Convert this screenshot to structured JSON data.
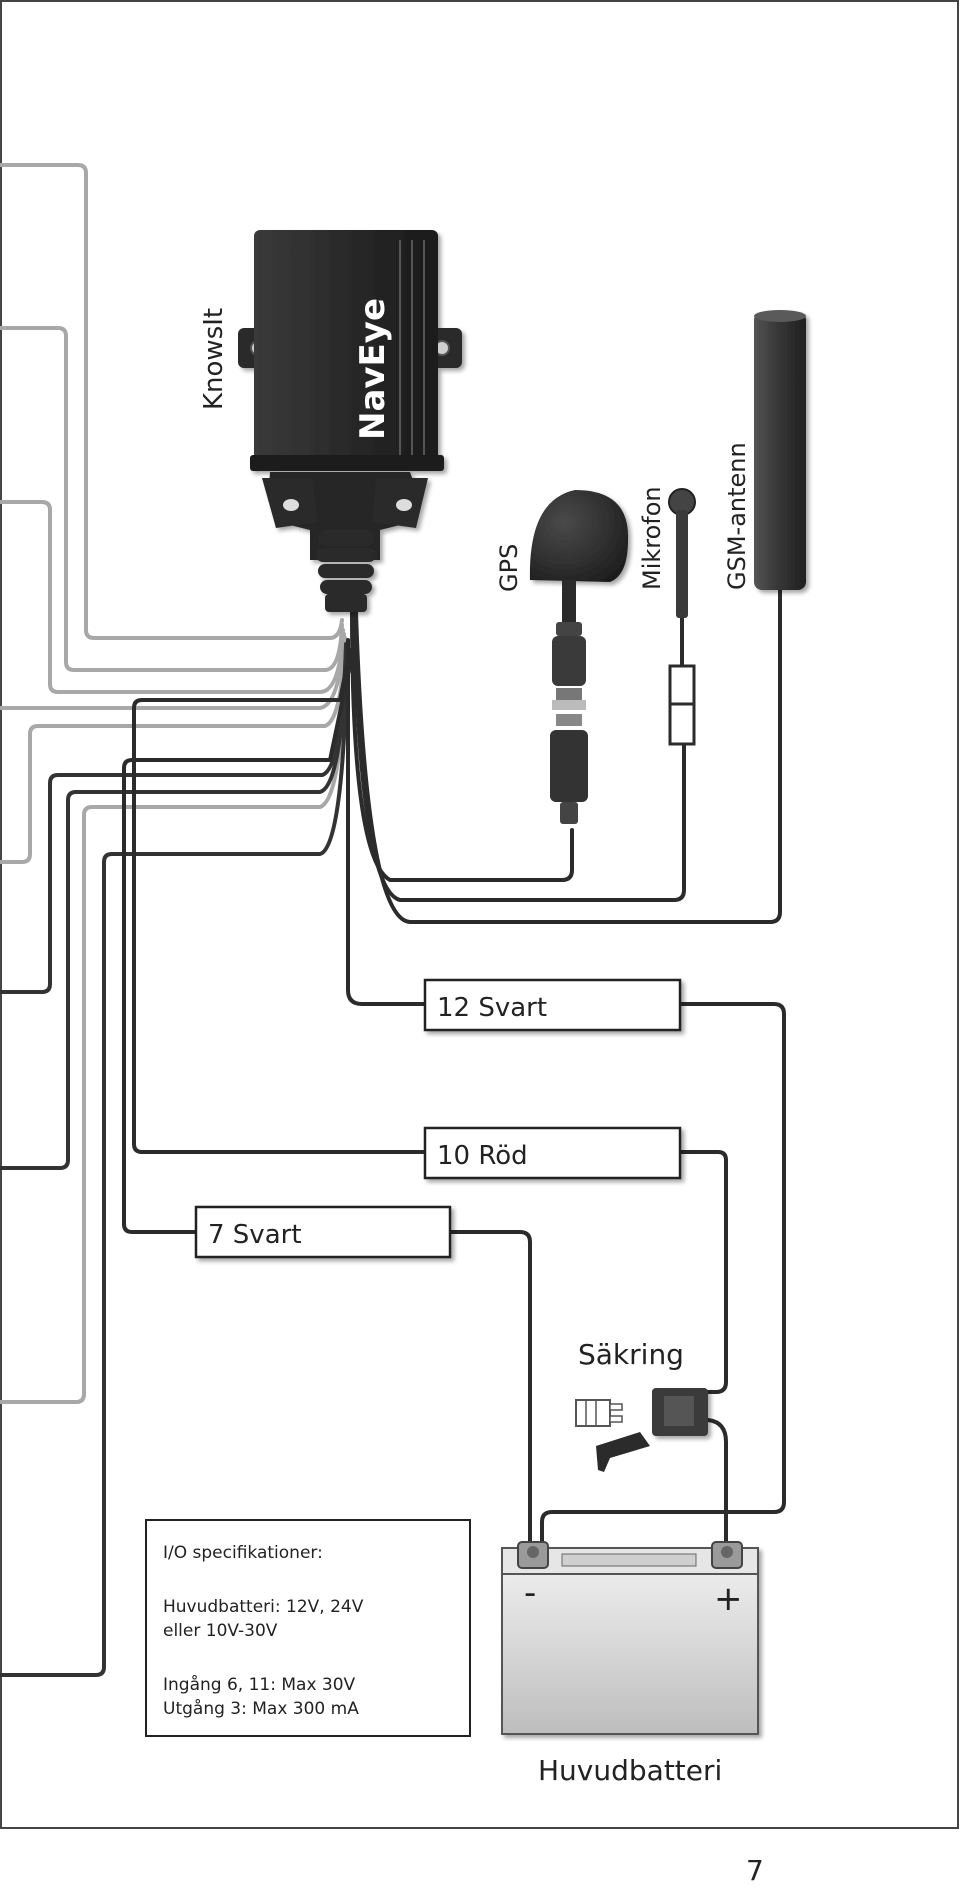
{
  "device": {
    "label": "KnowsIt",
    "brand": "NavEye"
  },
  "components": {
    "gps": "GPS",
    "mic": "Mikrofon",
    "gsm": "GSM-antenn",
    "fuse": "Säkring",
    "battery": "Huvudbatteri"
  },
  "battery_terminals": {
    "minus": "-",
    "plus": "+"
  },
  "wires": {
    "w12": "12 Svart",
    "w10": "10 Röd",
    "w7": "7 Svart"
  },
  "specs": {
    "title": "I/O specifikationer:",
    "line1": "Huvudbatteri: 12V, 24V",
    "line2": "eller 10V-30V",
    "line3": "Ingång 6, 11: Max 30V",
    "line4": "Utgång 3: Max 300 mA"
  },
  "page_number": "7",
  "colors": {
    "frame": "#444444",
    "wire_dark": "#2b2b2b",
    "wire_gray": "#9a9a9a",
    "device": "#2e2e2e"
  }
}
